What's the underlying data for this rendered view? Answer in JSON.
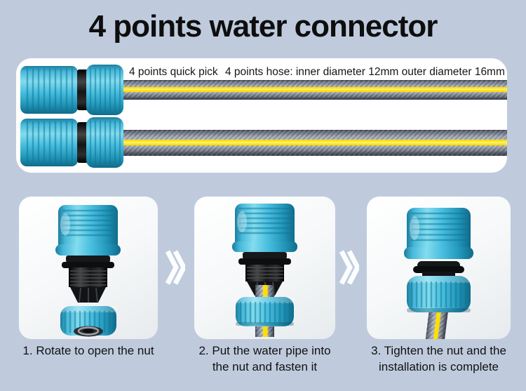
{
  "title": "4 points water connector",
  "hero": {
    "label_quick_pick": "4 points quick pick",
    "label_hose_spec": "4 points hose: inner diameter 12mm outer diameter 16mm"
  },
  "steps": [
    {
      "caption": "1. Rotate to open the nut"
    },
    {
      "caption": "2. Put the water pipe into\nthe nut and fasten it"
    },
    {
      "caption": "3. Tighten the nut and the\ninstallation is complete"
    }
  ],
  "icons": {
    "step_separator": "double-chevron-right"
  },
  "colors": {
    "background": "#bfcbdd",
    "card": "#ffffff",
    "connector_cyan": "#49bedf",
    "connector_black": "#161616",
    "hose_gray": "#aab0bc",
    "hose_stripe_yellow": "#ffdf00",
    "text": "#111111",
    "chevron": "#ffffff"
  }
}
